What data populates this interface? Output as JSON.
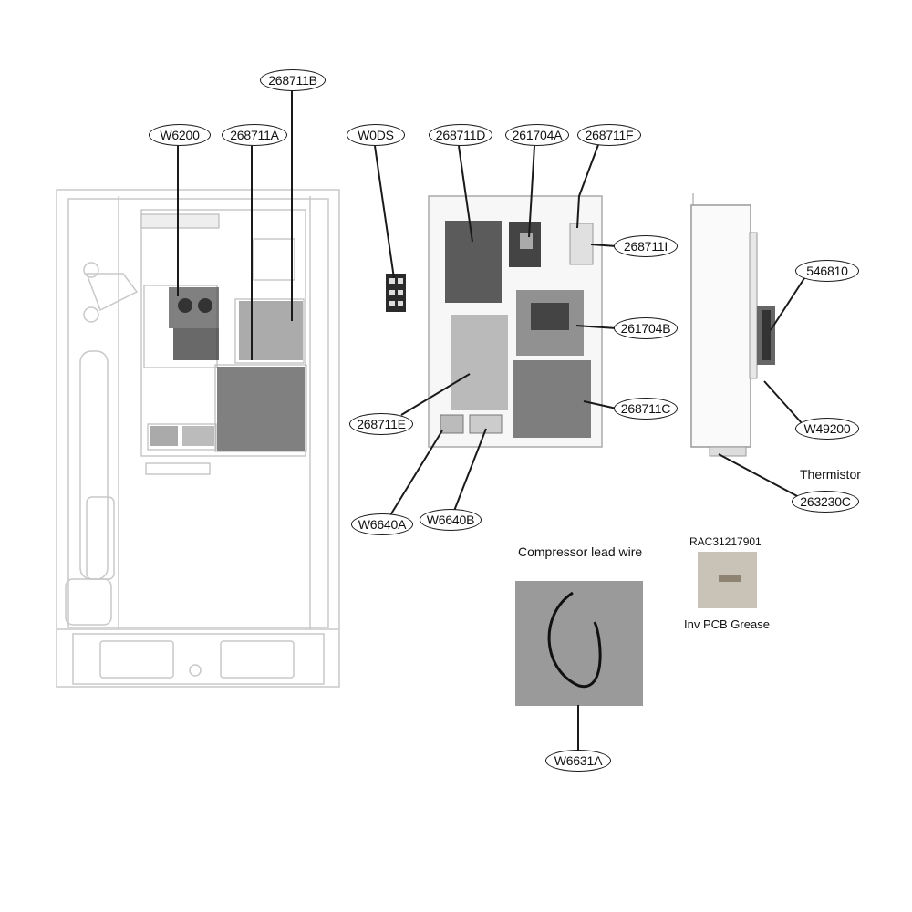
{
  "part_labels": {
    "w6200": "W6200",
    "p268711a": "268711A",
    "p268711b": "268711B",
    "w0ds": "W0DS",
    "p268711d": "268711D",
    "p261704a": "261704A",
    "p268711f": "268711F",
    "p268711i": "268711I",
    "p261704b": "261704B",
    "p268711c": "268711C",
    "p268711e": "268711E",
    "w6640a": "W6640A",
    "w6640b": "W6640B",
    "p546810": "546810",
    "w49200": "W49200",
    "p263230c": "263230C",
    "w6631a": "W6631A"
  },
  "captions": {
    "thermistor": "Thermistor",
    "compressor_lead_wire": "Compressor lead wire",
    "grease_code": "RAC31217901",
    "grease_name": "Inv  PCB Grease"
  },
  "colors": {
    "line": "#1a1a1a",
    "cabinet_outline": "#c8c8c8",
    "photo_gray": "#9a9a9a",
    "grease_tan": "#c9c2b6"
  }
}
